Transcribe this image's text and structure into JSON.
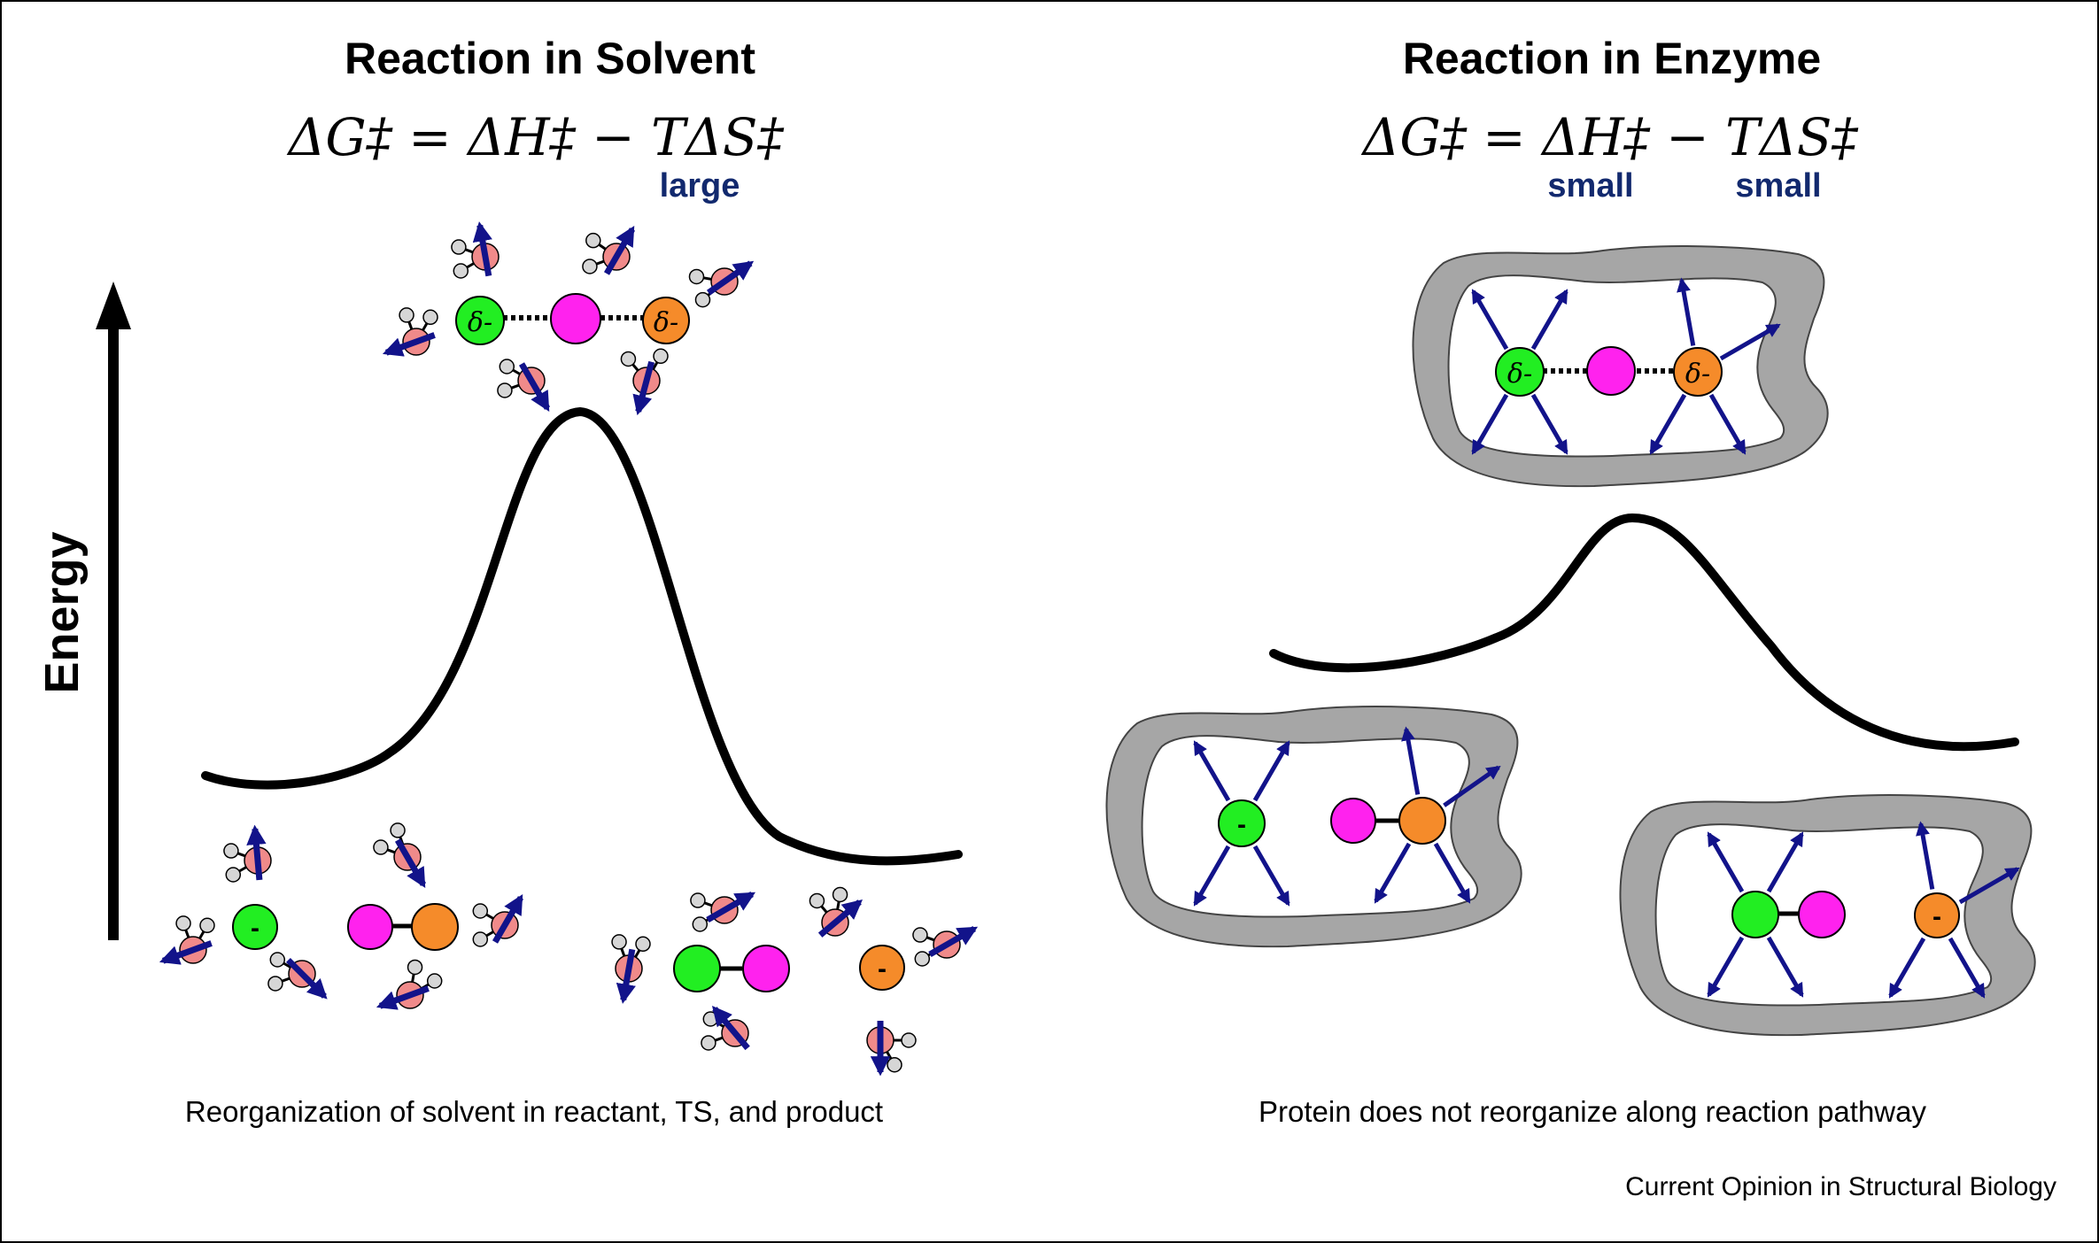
{
  "left_panel": {
    "title": "Reaction in Solvent",
    "equation": "ΔG‡ = ΔH‡ − TΔS‡",
    "entropy_note": "large",
    "axis_label": "Energy",
    "caption": "Reorganization of solvent in reactant, TS, and product",
    "ts_labels": [
      "δ-",
      "δ-"
    ],
    "reactant_label": "-",
    "product_label": "-"
  },
  "right_panel": {
    "title": "Reaction in Enzyme",
    "equation": "ΔG‡ = ΔH‡ − TΔS‡",
    "enthalpy_note": "small",
    "entropy_note": "small",
    "caption": "Protein does not reorganize along reaction pathway",
    "ts_labels": [
      "δ-",
      "δ-"
    ],
    "reactant_label": "-",
    "product_label": "-"
  },
  "credit": "Current Opinion in Structural Biology",
  "colors": {
    "nucleophile": "#22ee22",
    "central_atom": "#ff22ee",
    "leaving_group": "#f58b2a",
    "arrow": "#12138a",
    "water_oxygen": "#f08a8a",
    "water_hydrogen": "#d6d6d6",
    "protein": "#a6a6a6"
  }
}
